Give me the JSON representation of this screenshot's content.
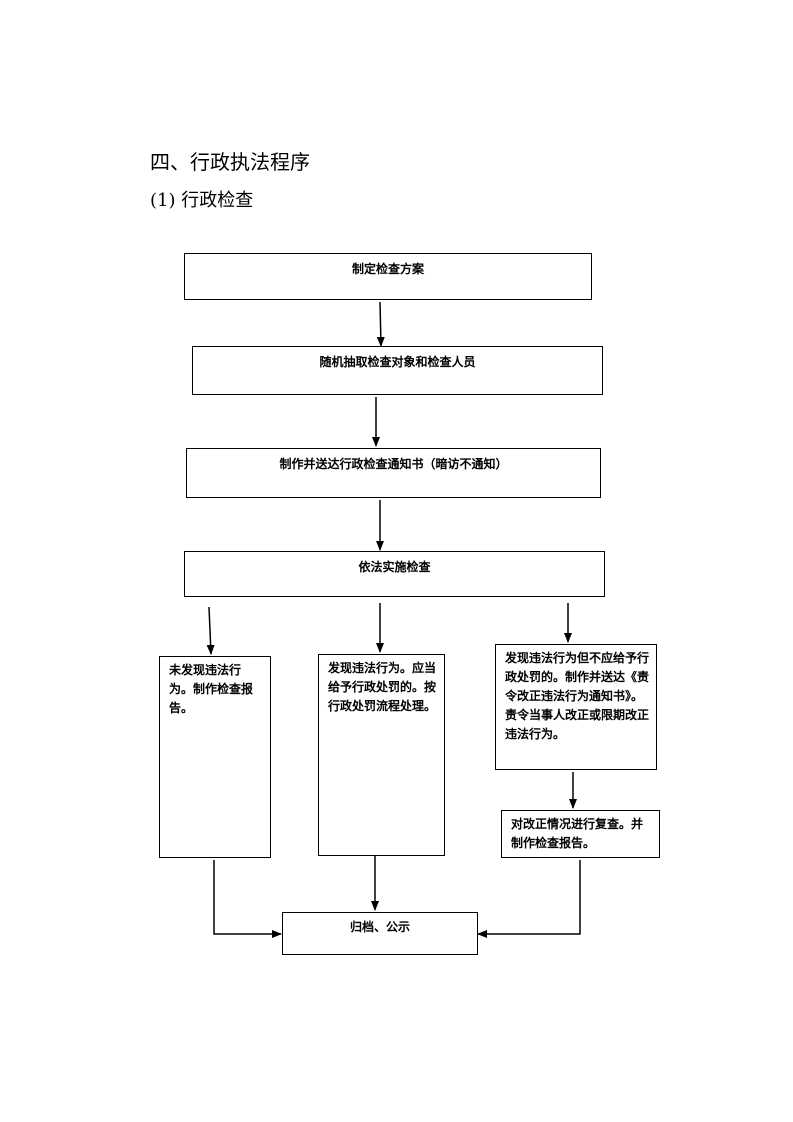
{
  "section_title": "四、行政执法程序",
  "sub_title": "(1) 行政检查",
  "flow": {
    "step1": "制定检查方案",
    "step2": "随机抽取检查对象和检查人员",
    "step3": "制作并送达行政检查通知书（暗访不通知）",
    "step4": "依法实施检查",
    "branch_left": "未发现违法行为。制作检查报告。",
    "branch_middle": "发现违法行为。应当给予行政处罚的。按行政处罚流程处理。",
    "branch_right": "发现违法行为但不应给予行政处罚的。制作并送达《责令改正违法行为通知书》。责令当事人改正或限期改正违法行为。",
    "review": "对改正情况进行复查。并制作检查报告。",
    "final": "归档、公示"
  }
}
